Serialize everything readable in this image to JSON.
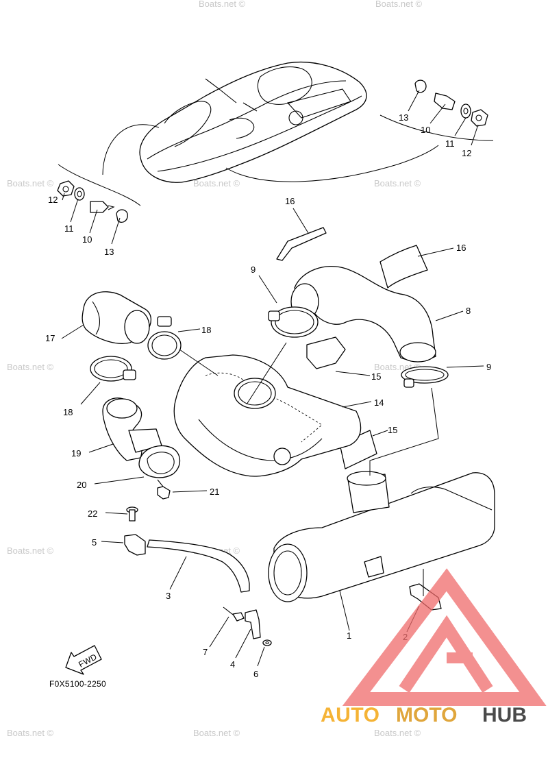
{
  "diagram": {
    "figure_code": "F0X5100-2250",
    "fwd_label": "FWD",
    "watermark_text": "Boats.net ©",
    "callouts": {
      "c1": "1",
      "c2": "2",
      "c3": "3",
      "c4": "4",
      "c5": "5",
      "c6": "6",
      "c7": "7",
      "c8": "8",
      "c9a": "9",
      "c9b": "9",
      "c10a": "10",
      "c10b": "10",
      "c11a": "11",
      "c11b": "11",
      "c12a": "12",
      "c12b": "12",
      "c13a": "13",
      "c13b": "13",
      "c14": "14",
      "c15a": "15",
      "c15b": "15",
      "c16a": "16",
      "c16b": "16",
      "c17": "17",
      "c18a": "18",
      "c18b": "18",
      "c19": "19",
      "c20": "20",
      "c21": "21",
      "c22": "22"
    }
  },
  "logo": {
    "text_auto": "AUTO",
    "text_moto": "MOTO",
    "text_hub": "HUB",
    "color_triangle": "#ef6b6b",
    "color_auto": "#f5b335",
    "color_hub": "#4a4a4a"
  }
}
